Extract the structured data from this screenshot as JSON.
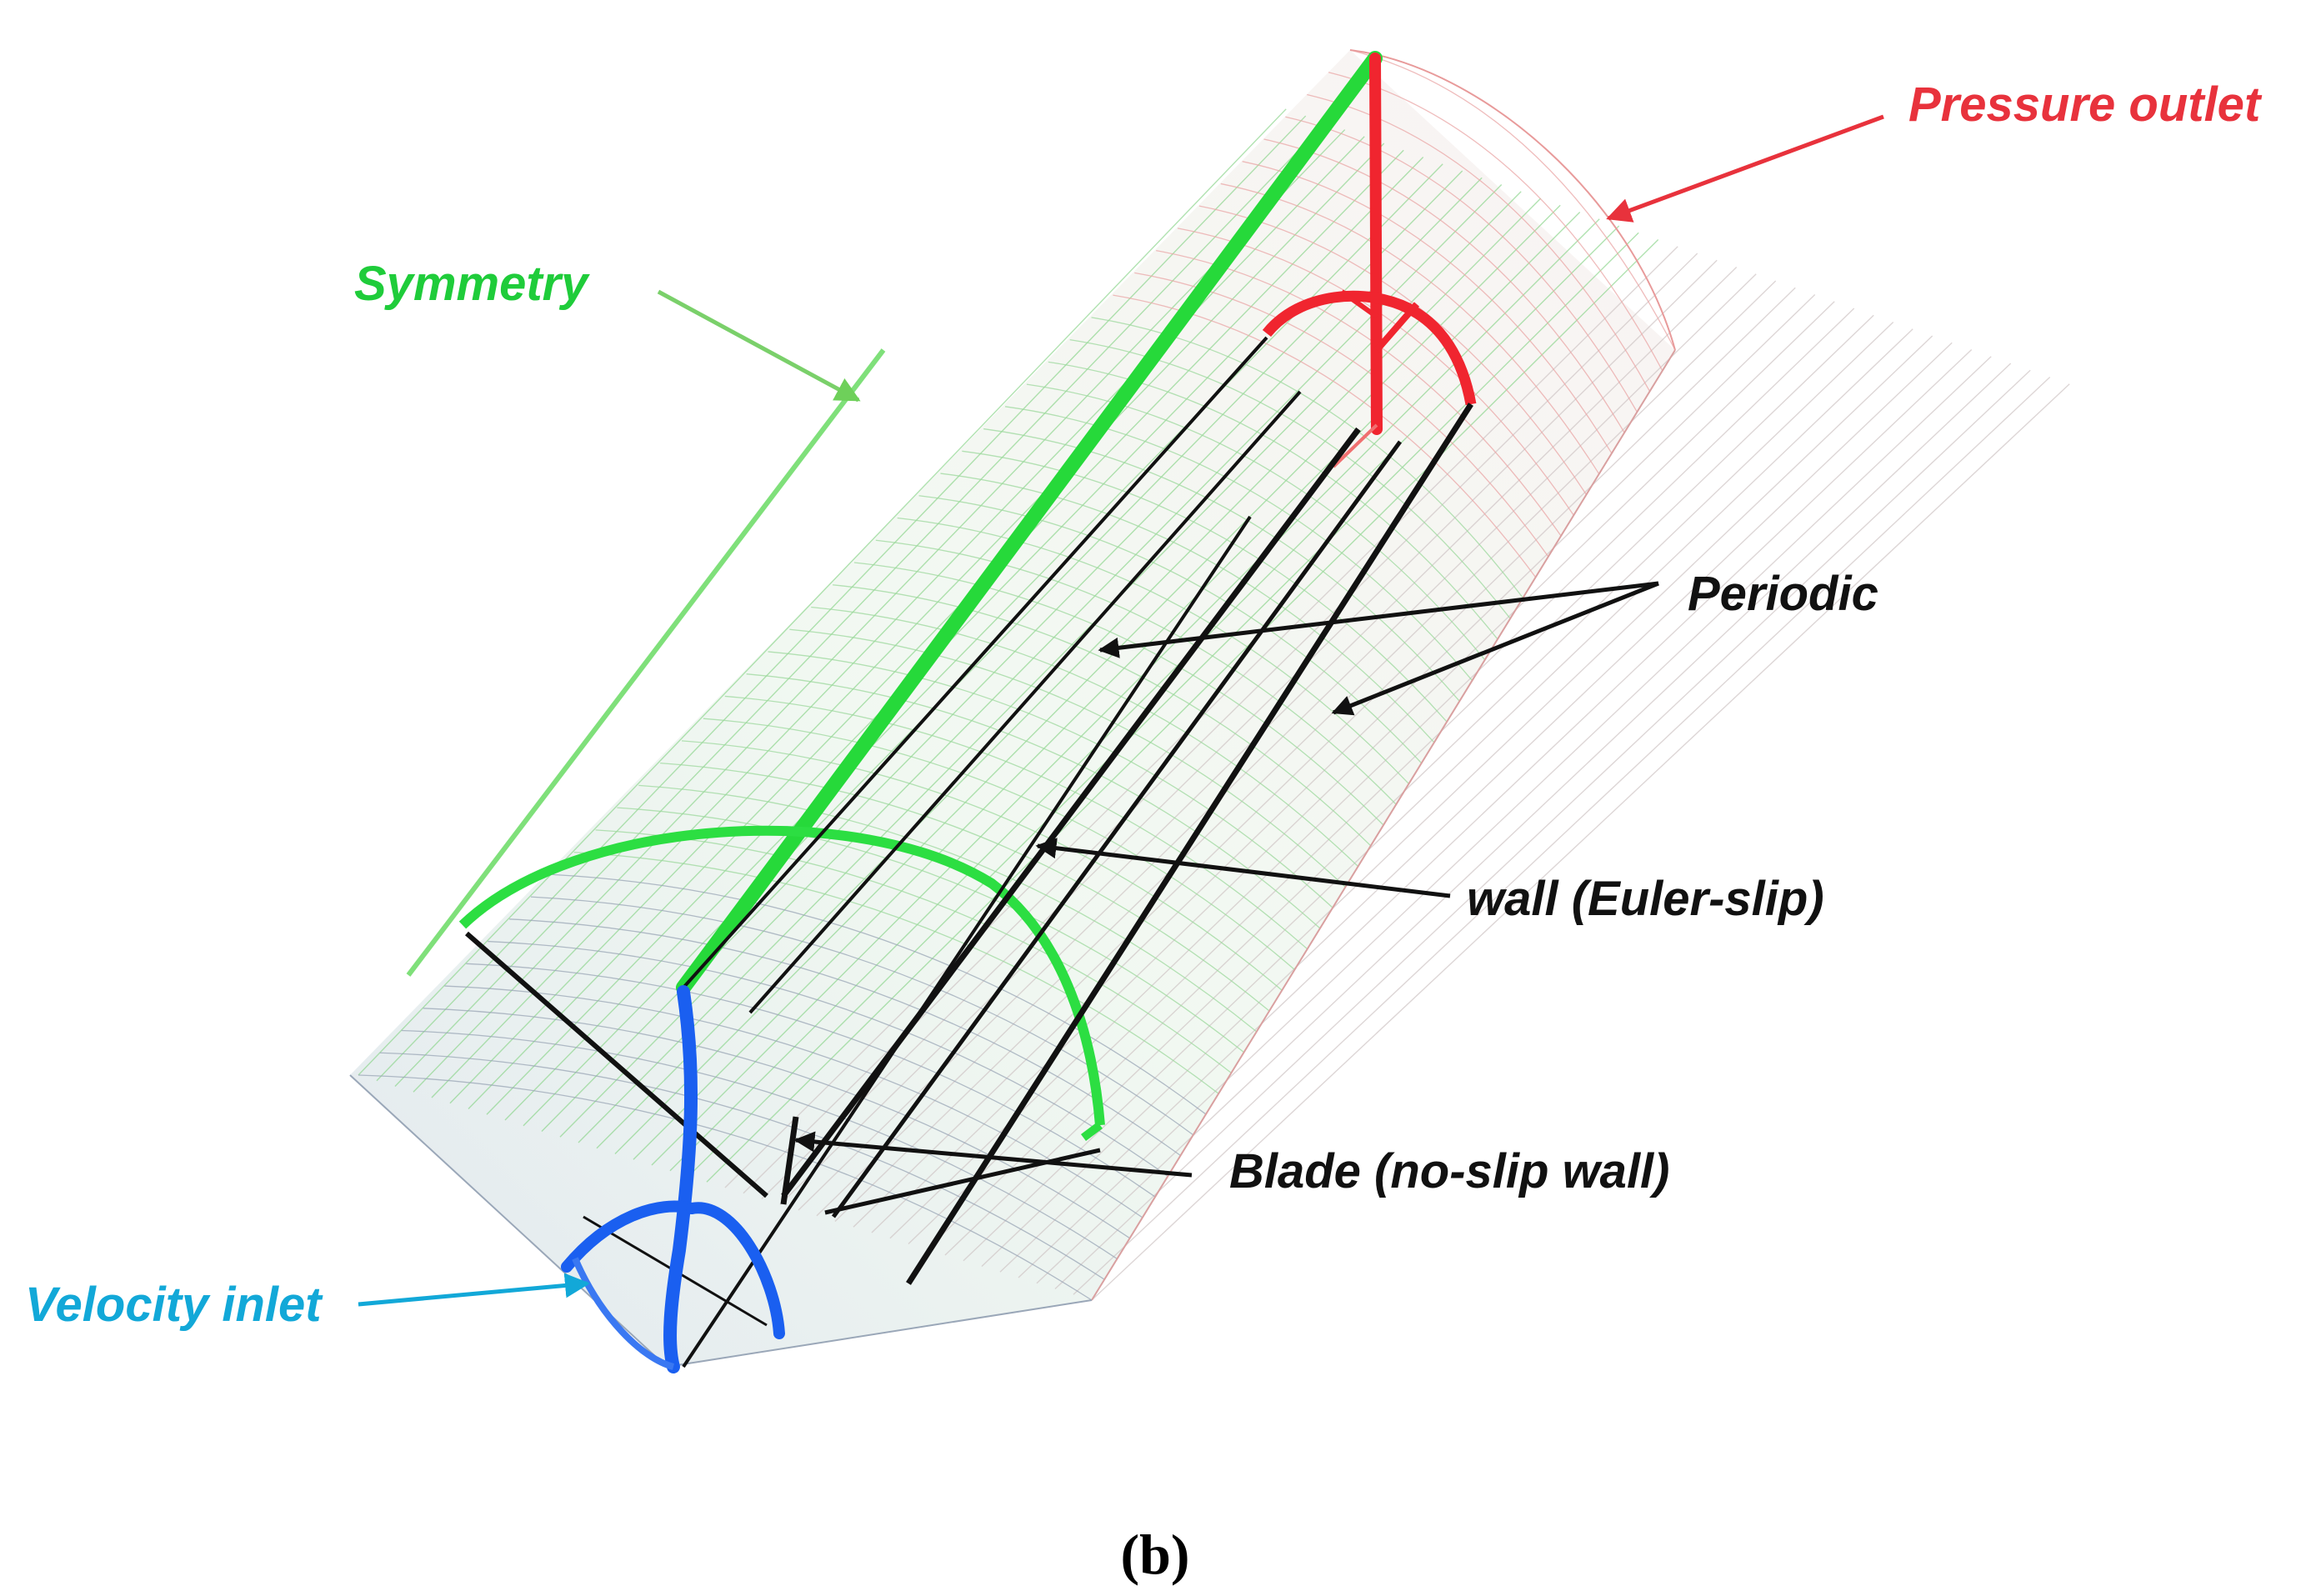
{
  "labels": {
    "pressure_outlet": "Pressure outlet",
    "symmetry": "Symmetry",
    "periodic": "Periodic",
    "wall": "wall (Euler-slip)",
    "blade": "Blade (no-slip wall)",
    "velocity_inlet": "Velocity inlet"
  },
  "caption": "(b)",
  "colors": {
    "pressure_outlet": "#e8323c",
    "symmetry": "#1fcc3a",
    "velocity_inlet": "#12a8d8",
    "blade": "#1a5ff0",
    "label_text": "#111111"
  }
}
